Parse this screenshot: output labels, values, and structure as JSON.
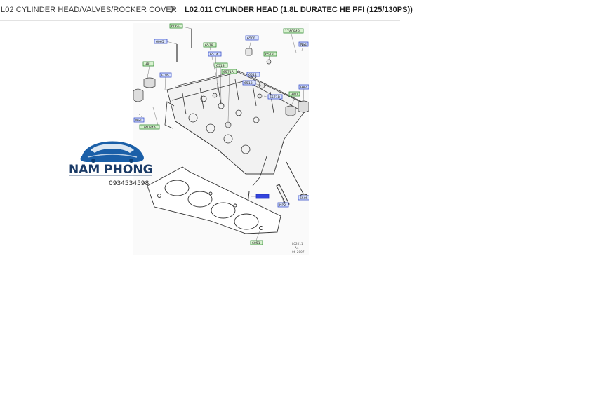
{
  "breadcrumb": {
    "parent": "L02 CYLINDER HEAD/VALVES/ROCKER COVER",
    "current": "L02.011 CYLINDER HEAD (1.8L DURATEC HE PFI (125/130PS))"
  },
  "diagram": {
    "callouts": [
      {
        "id": "c1",
        "label": "6065",
        "style": "green"
      },
      {
        "id": "c2",
        "label": "6065",
        "style": "blue"
      },
      {
        "id": "c3",
        "label": "6518",
        "style": "green"
      },
      {
        "id": "c4",
        "label": "6514",
        "style": "blue"
      },
      {
        "id": "c5",
        "label": "6513",
        "style": "green"
      },
      {
        "id": "c6",
        "label": "6571A",
        "style": "green"
      },
      {
        "id": "c7",
        "label": "6500",
        "style": "blue"
      },
      {
        "id": "c8",
        "label": "6518",
        "style": "green"
      },
      {
        "id": "c9",
        "label": "17A084B",
        "style": "green"
      },
      {
        "id": "c10",
        "label": "NS1",
        "style": "blue"
      },
      {
        "id": "c11",
        "label": "HP1",
        "style": "green"
      },
      {
        "id": "c12",
        "label": "EOIS",
        "style": "blue"
      },
      {
        "id": "c13",
        "label": "6514",
        "style": "blue"
      },
      {
        "id": "c14",
        "label": "6513",
        "style": "blue"
      },
      {
        "id": "c15",
        "label": "6571B",
        "style": "blue"
      },
      {
        "id": "c16",
        "label": "HW1",
        "style": "green"
      },
      {
        "id": "c17",
        "label": "HP2",
        "style": "blue"
      },
      {
        "id": "c18",
        "label": "NS1",
        "style": "blue"
      },
      {
        "id": "c19",
        "label": "17A084A",
        "style": "green"
      },
      {
        "id": "c20",
        "label": "",
        "style": "solid"
      },
      {
        "id": "c21",
        "label": "NP2",
        "style": "blue"
      },
      {
        "id": "c22",
        "label": "6505",
        "style": "blue"
      },
      {
        "id": "c23",
        "label": "6051",
        "style": "green"
      }
    ],
    "ref_code": "L02011",
    "ref_sheet": "A4",
    "ref_date": "06-2007"
  },
  "watermark": {
    "brand": "NAM PHONG",
    "phone": "0934534598",
    "accent_color": "#1a5fa8"
  }
}
